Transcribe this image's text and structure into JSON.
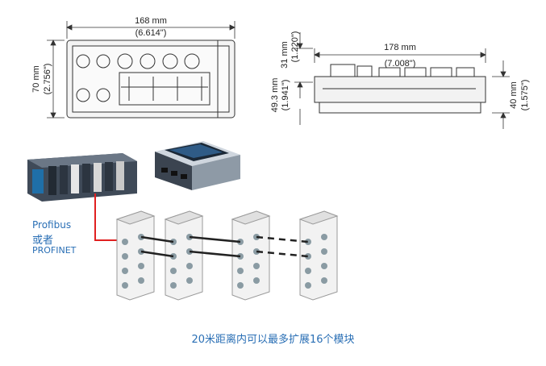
{
  "top_view": {
    "width_mm": "168 mm",
    "width_in": "(6.614\")",
    "height_mm": "70 mm",
    "height_in": "(2.756\")"
  },
  "side_view": {
    "top_mm": "31 mm",
    "top_in": "(1.220\")",
    "length_mm": "178 mm",
    "length_in": "(7.008\")",
    "body_mm": "49.3 mm",
    "body_in": "(1.941\")",
    "height_mm": "40 mm",
    "height_in": "(1.575\")"
  },
  "protocol": {
    "line1": "Profibus",
    "line2": "或者",
    "line3": "PROFINET"
  },
  "caption": "20米距离内可以最多扩展16个模块",
  "colors": {
    "accent": "#2a6fb5",
    "link_red": "#e02020"
  }
}
